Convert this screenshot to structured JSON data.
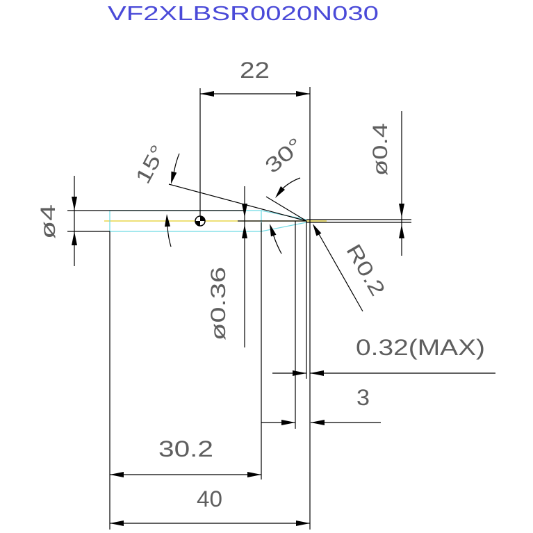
{
  "title": "VF2XLBSR0020N030",
  "dimensions": {
    "length_22": "22",
    "angle_15": "15°",
    "angle_30": "30°",
    "dia_tip": "ø0.4",
    "dia_shank": "ø4",
    "dia_neck": "ø0.36",
    "radius": "R0.2",
    "offset_max": "0.32(MAX)",
    "length_3": "3",
    "length_30_2": "30.2",
    "length_40": "40"
  },
  "colors": {
    "line": "#000000",
    "text": "#5e5e5e",
    "title": "#4a4ad8",
    "shank": "#74dbe4",
    "centerline": "#e3cd28"
  }
}
